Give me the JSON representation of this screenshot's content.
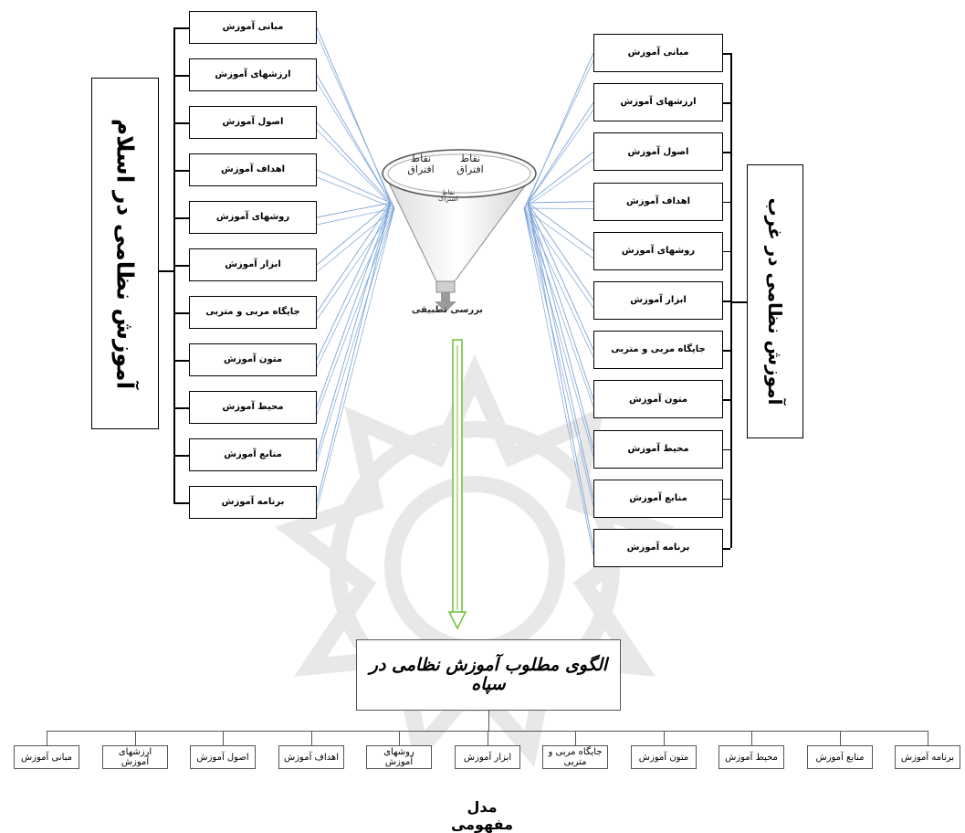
{
  "left_title": "آموزش نظامی در اسلام",
  "right_title": "آموزش نظامی در غرب",
  "left_items": [
    "مبانی آموزش",
    "ارزشهای آموزش",
    "اصول آموزش",
    "اهداف آموزش",
    "روشهای آموزش",
    "ابزار آموزش",
    "جایگاه مربی و متربی",
    "متون آموزش",
    "محیط آموزش",
    "منابع آموزش",
    "برنامه آموزش"
  ],
  "right_items": [
    "مبانی آموزش",
    "ارزشهای آموزش",
    "اصول آموزش",
    "اهداف آموزش",
    "روشهای آموزش",
    "ابزار آموزش",
    "جایگاه مربی و متربی",
    "متون آموزش",
    "محیط آموزش",
    "منابع آموزش",
    "برنامه آموزش"
  ],
  "funnel": {
    "label_left": "نقاط افتراق",
    "label_right": "نقاط افتراق",
    "label_center": "نقاط اشتراک",
    "output": "بررسی تطبیقی"
  },
  "target_model": "الگوی مطلوب آموزش نظامی در سپاه",
  "bottom_items": [
    "برنامه آموزش",
    "منابع آموزش",
    "محیط آموزش",
    "متون آموزش",
    "جایگاه مربی و متربی",
    "ابزار آموزش",
    "روشهای آموزش",
    "اهداف آموزش",
    "اصول آموزش",
    "ارزشهای آموزش",
    "مبانی آموزش"
  ],
  "caption": "مدل مفهومی",
  "colors": {
    "fan_lines": "#7ea6d8",
    "arrow": "#6fbf3a",
    "output_arrow": "#9a9a9a",
    "watermark": "#e6e6e6"
  }
}
